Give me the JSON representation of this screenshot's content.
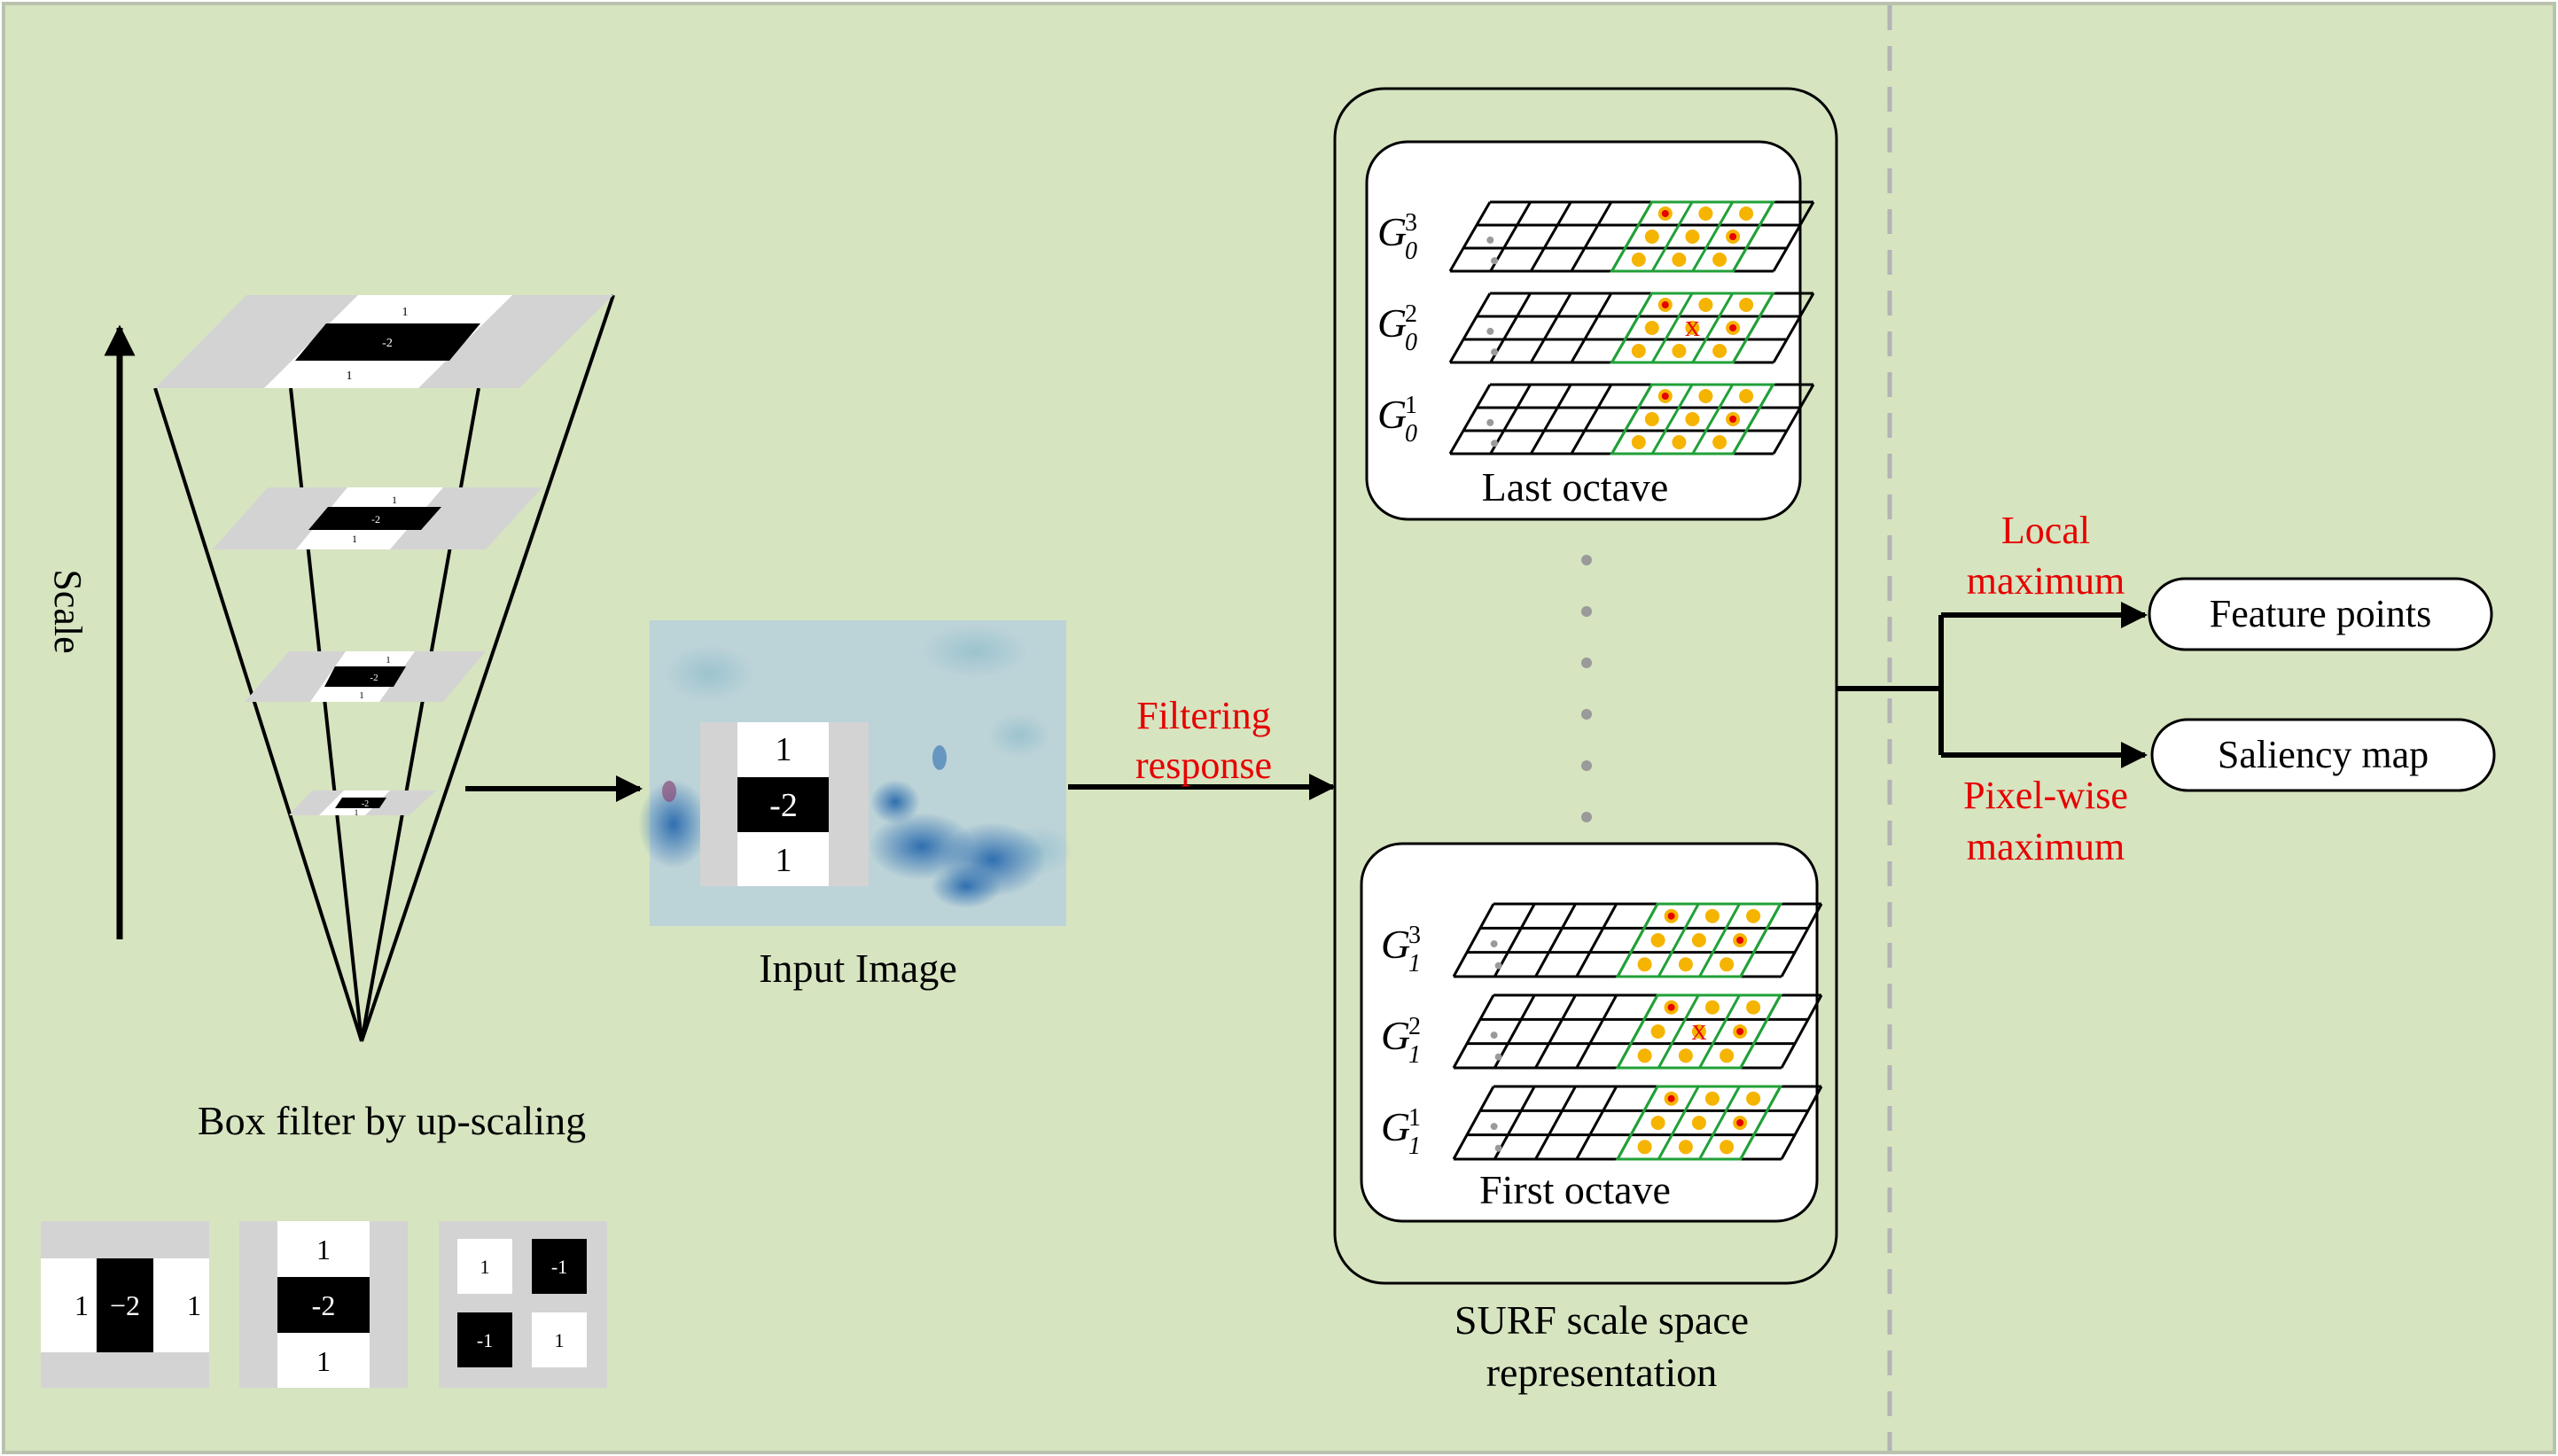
{
  "colors": {
    "background": "#d6e4c0",
    "border": "#b9c2ad",
    "accent_red": "#e60000",
    "grid_green": "#21a038",
    "dot_orange": "#f5b400",
    "dashed_divider": "#b3b3b3",
    "plane_gray": "#d3d3d3"
  },
  "scale_pyramid": {
    "axis_label": "Scale",
    "caption": "Box filter by up-scaling",
    "level_values": {
      "top": "1",
      "center": "-2",
      "bottom": "1"
    }
  },
  "filter_templates": [
    {
      "layout": "horizontal",
      "values": [
        "1",
        "−2",
        "1"
      ]
    },
    {
      "layout": "vertical",
      "values": [
        "1",
        "-2",
        "1"
      ]
    },
    {
      "layout": "diagonal",
      "values": [
        "1",
        "-1",
        "-1",
        "1"
      ]
    }
  ],
  "input_image": {
    "caption": "Input Image",
    "filter_values": [
      "1",
      "-2",
      "1"
    ]
  },
  "arrow_labels": {
    "filtering_line1": "Filtering",
    "filtering_line2": "response"
  },
  "scale_space": {
    "caption_line1": "SURF scale space",
    "caption_line2": "representation",
    "last_octave": {
      "label": "Last octave",
      "layers": [
        {
          "base": "G",
          "sub": "0",
          "sup": "3"
        },
        {
          "base": "G",
          "sub": "0",
          "sup": "2"
        },
        {
          "base": "G",
          "sub": "0",
          "sup": "1"
        }
      ]
    },
    "first_octave": {
      "label": "First octave",
      "layers": [
        {
          "base": "G",
          "sub": "1",
          "sup": "3"
        },
        {
          "base": "G",
          "sub": "1",
          "sup": "2"
        },
        {
          "base": "G",
          "sub": "1",
          "sup": "1"
        }
      ]
    },
    "center_mark": "X"
  },
  "outputs": {
    "upper_label_line1": "Local",
    "upper_label_line2": "maximum",
    "upper_node": "Feature points",
    "lower_label_line1": "Pixel-wise",
    "lower_label_line2": "maximum",
    "lower_node": "Saliency map"
  }
}
